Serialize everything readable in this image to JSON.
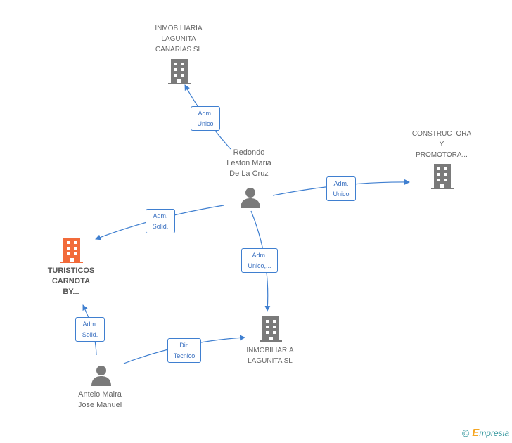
{
  "nodes": {
    "lagunita_canarias": {
      "label": "INMOBILIARIA\nLAGUNITA\nCANARIAS SL",
      "type": "company"
    },
    "constructora": {
      "label": "CONSTRUCTORA\nY\nPROMOTORA...",
      "type": "company"
    },
    "redondo": {
      "label": "Redondo\nLeston Maria\nDe La Cruz",
      "type": "person"
    },
    "turisticos": {
      "label": "TURISTICOS\nCARNOTA\nBY...",
      "type": "company",
      "highlight_color": "#f26b3a"
    },
    "lagunita_sl": {
      "label": "INMOBILIARIA\nLAGUNITA SL",
      "type": "company"
    },
    "antelo": {
      "label": "Antelo Maira\nJose Manuel",
      "type": "person"
    }
  },
  "edges": [
    {
      "from": "redondo",
      "to": "lagunita_canarias",
      "label": "Adm.\nUnico"
    },
    {
      "from": "redondo",
      "to": "constructora",
      "label": "Adm.\nUnico"
    },
    {
      "from": "redondo",
      "to": "turisticos",
      "label": "Adm.\nSolid."
    },
    {
      "from": "redondo",
      "to": "lagunita_sl",
      "label": "Adm.\nUnico,..."
    },
    {
      "from": "antelo",
      "to": "turisticos",
      "label": "Adm.\nSolid."
    },
    {
      "from": "antelo",
      "to": "lagunita_sl",
      "label": "Dir.\nTecnico"
    }
  ],
  "colors": {
    "edge": "#3f7fd0",
    "icon": "#7a7a7a",
    "highlight": "#f26b3a"
  },
  "footer": {
    "copyright_symbol": "©",
    "brand_initial": "E",
    "brand_rest": "mpresia"
  }
}
